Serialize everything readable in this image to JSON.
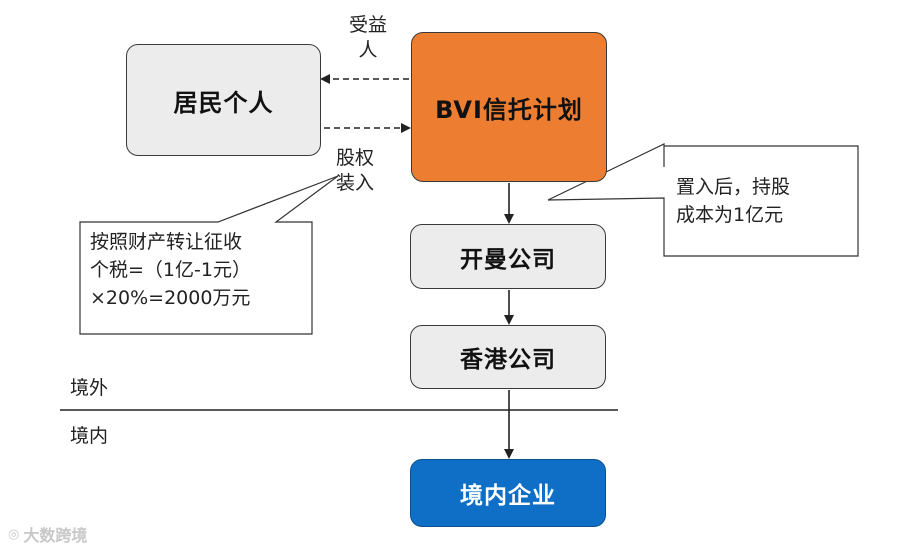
{
  "nodes": {
    "resident": "居民个人",
    "bvi": "BVI信托计划",
    "kaiman": "开曼公司",
    "hk": "香港公司",
    "domestic": "境内企业"
  },
  "edge_labels": {
    "beneficiary": "受益\n人",
    "equity_injection": "股权\n装入"
  },
  "callouts": {
    "tax": "按照财产转让征收\n个税=（1亿-1元）\n×20%=2000万元",
    "cost": "置入后，持股\n成本为1亿元"
  },
  "border": {
    "outside": "境外",
    "inside": "境内"
  },
  "watermark": "大数跨境",
  "colors": {
    "bvi_fill": "#ed7d31",
    "domestic_fill": "#0f6fc6",
    "grey_fill": "#ececec"
  }
}
